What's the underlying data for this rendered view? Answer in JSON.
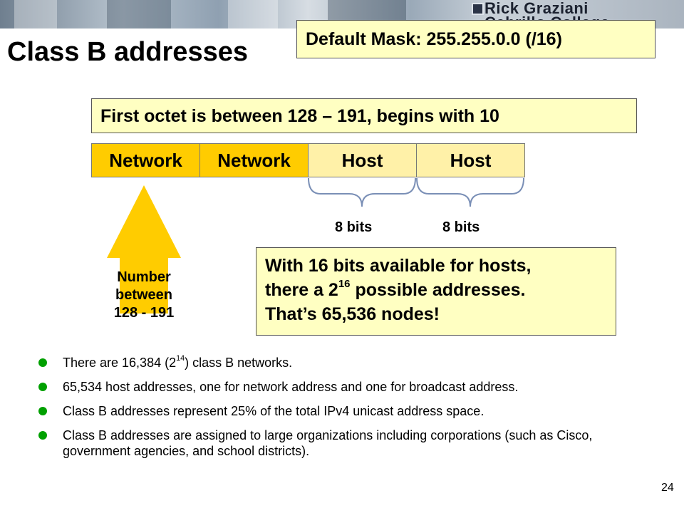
{
  "banner": {
    "author_line1": "Rick Graziani",
    "author_line2": "Cabrillo College"
  },
  "slide": {
    "title": "Class B addresses",
    "default_mask": "Default Mask: 255.255.0.0 (/16)",
    "first_octet": "First octet is between 128 – 191, begins with 10",
    "segments": [
      {
        "label": "Network",
        "kind": "network"
      },
      {
        "label": "Network",
        "kind": "network"
      },
      {
        "label": "Host",
        "kind": "host"
      },
      {
        "label": "Host",
        "kind": "host"
      }
    ],
    "bits_labels": [
      "8 bits",
      "8 bits"
    ],
    "arrow_label": {
      "line1": "Number",
      "line2": "between",
      "line3": "128 - 191"
    },
    "hosts_note": {
      "line1": "With 16 bits available for hosts,",
      "line2_pre": "there a 2",
      "line2_sup": "16",
      "line2_post": " possible addresses.",
      "line3": "That’s 65,536 nodes!"
    },
    "bullets": [
      {
        "pre": "There are 16,384 (2",
        "sup": "14",
        "post": ") class B networks."
      },
      {
        "pre": "65,534 host addresses, one for network address and one for broadcast address.",
        "sup": "",
        "post": ""
      },
      {
        "pre": "Class B addresses represent 25% of the total IPv4 unicast address space.",
        "sup": "",
        "post": ""
      },
      {
        "pre": "Class B addresses are assigned to large organizations including corporations (such as Cisco, government agencies, and school districts).",
        "sup": "",
        "post": ""
      }
    ],
    "page_number": "24"
  },
  "colors": {
    "callout_fill": "#ffffc2",
    "network_fill": "#ffcc00",
    "host_fill": "#fff1a8",
    "arrow_fill": "#ffcc00",
    "bullet_color": "#00a000"
  },
  "icons": {
    "banner_logo": "square-logo-icon",
    "up_arrow": "up-arrow-icon",
    "bullet": "bullet-dot-icon"
  }
}
